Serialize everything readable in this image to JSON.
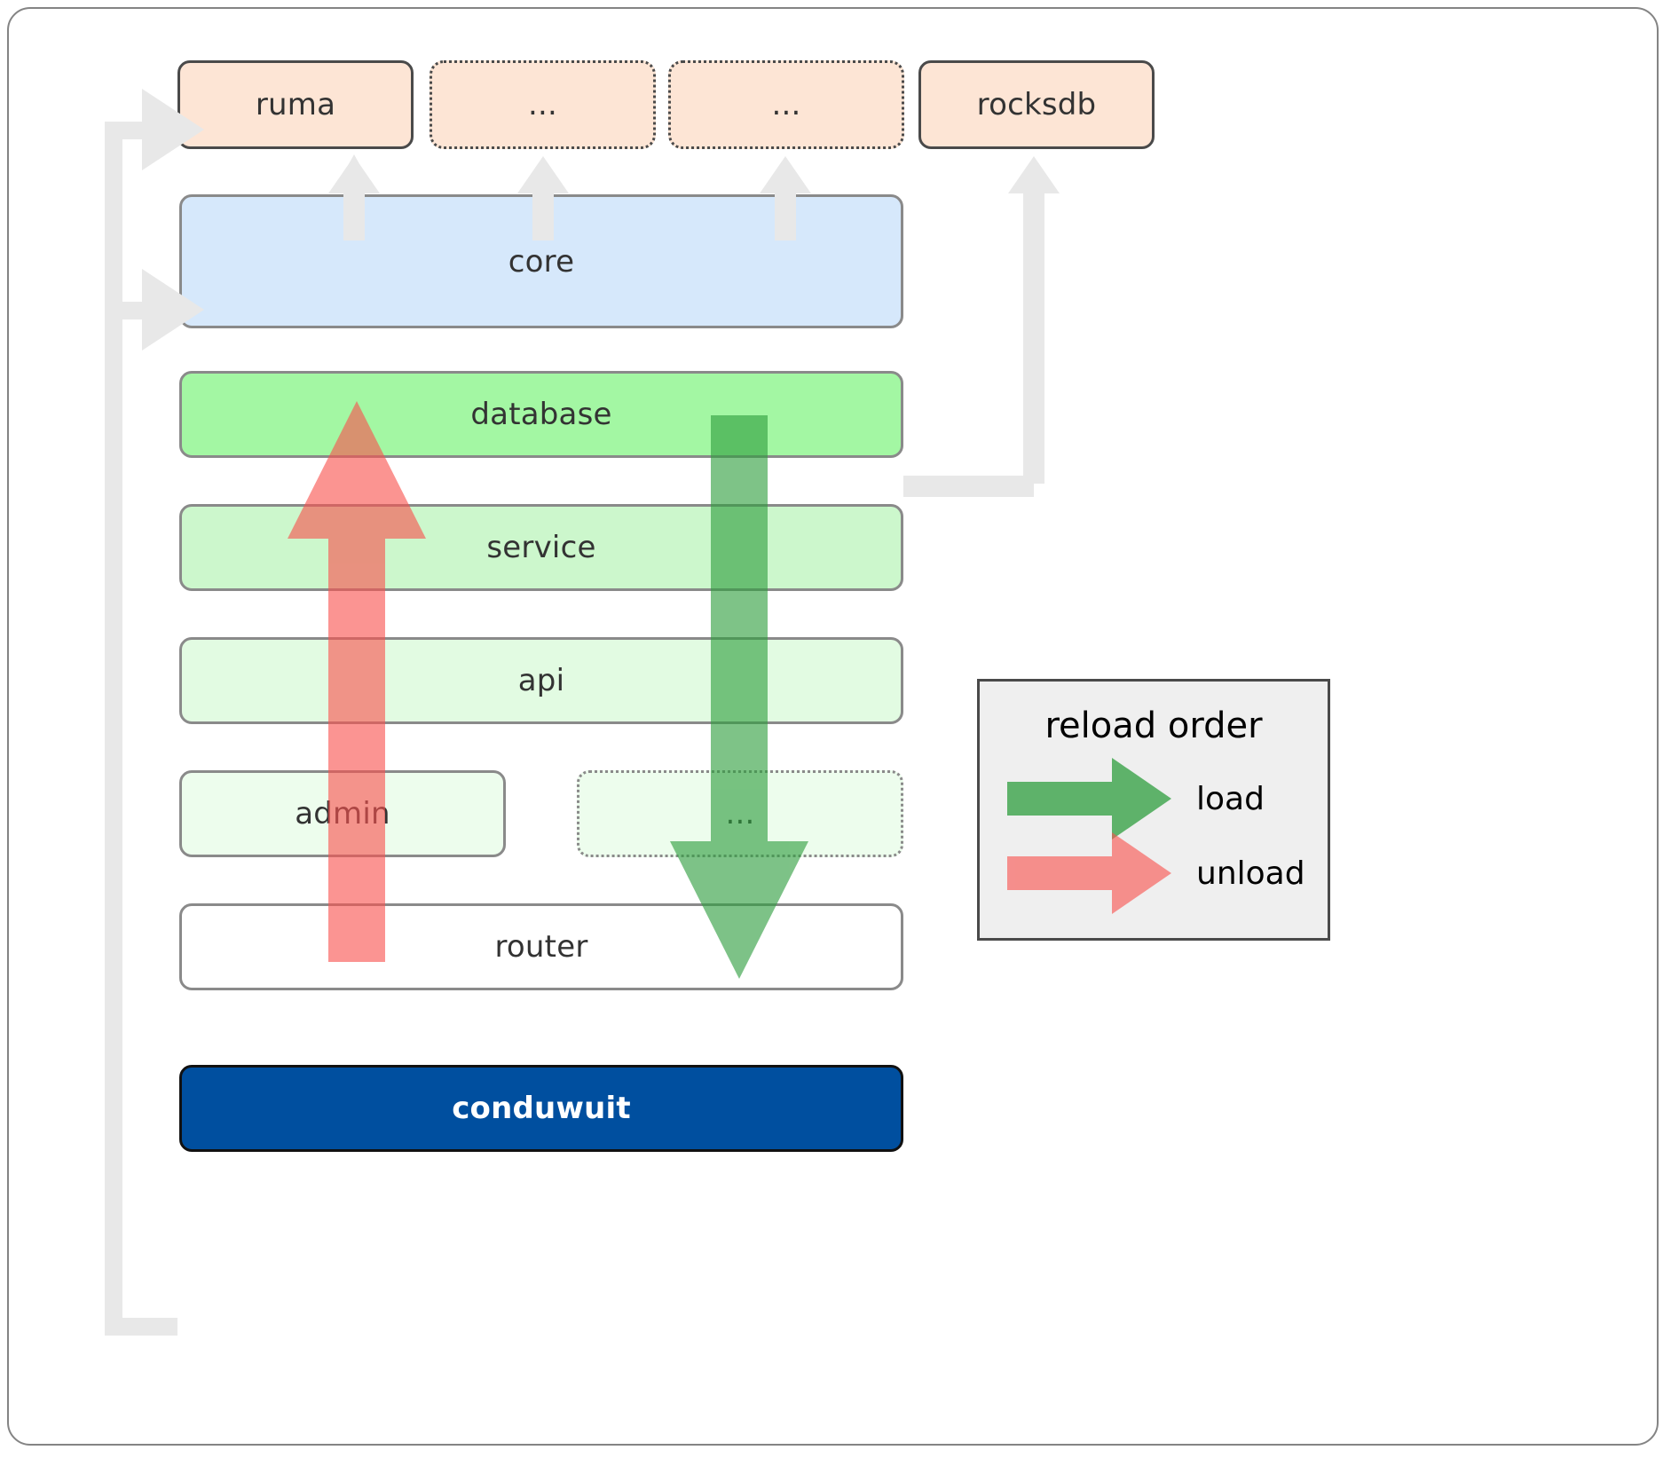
{
  "diagram": {
    "title": "conduwuit module architecture / reload order",
    "colors": {
      "dependency_fill": "#fde5d5",
      "dependency_stroke": "#4a4a4a",
      "core_fill": "#d6e8fb",
      "node_stroke": "#8a8a8a",
      "root_fill": "#004f9f",
      "root_text": "#ffffff",
      "connector": "#e8e8e8",
      "load_arrow": "#5cb85c",
      "unload_arrow": "#f98a8a",
      "legend_fill": "#efefef",
      "legend_stroke": "#4a4a4a",
      "frame_stroke": "#848484",
      "text": "#333333"
    },
    "dependencies": [
      {
        "label": "ruma",
        "style": "solid"
      },
      {
        "label": "...",
        "style": "dotted"
      },
      {
        "label": "...",
        "style": "dotted"
      },
      {
        "label": "rocksdb",
        "style": "solid"
      }
    ],
    "core": {
      "label": "core",
      "style": "solid"
    },
    "layers": [
      {
        "label": "database",
        "style": "solid",
        "fill": "#a3f7a3"
      },
      {
        "label": "service",
        "style": "solid",
        "fill": "#ccf7cc"
      },
      {
        "label": "api",
        "style": "solid",
        "fill": "#e2fbe2"
      },
      {
        "label": "admin",
        "style": "solid",
        "fill": "#edfded"
      },
      {
        "label": "...",
        "style": "dotted",
        "fill": "#edfded"
      },
      {
        "label": "router",
        "style": "solid",
        "fill": "#ffffff"
      }
    ],
    "root": {
      "label": "conduwuit"
    },
    "legend": {
      "title": "reload order",
      "items": [
        {
          "label": "load",
          "color": "#5cb85c"
        },
        {
          "label": "unload",
          "color": "#f98a8a"
        }
      ]
    }
  }
}
